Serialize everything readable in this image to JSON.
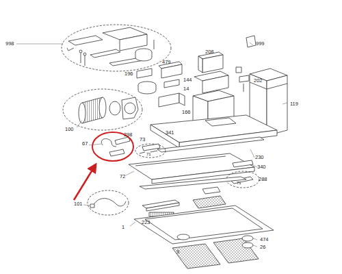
{
  "diagram": {
    "labels": [
      "998",
      "999",
      "208",
      "479",
      "196",
      "144",
      "14",
      "202",
      "166",
      "119",
      "100",
      "341",
      "67",
      "298",
      "73",
      "71",
      "230",
      "72",
      "340",
      "288",
      "71",
      "101",
      "223",
      "1",
      "474",
      "9",
      "26"
    ]
  }
}
